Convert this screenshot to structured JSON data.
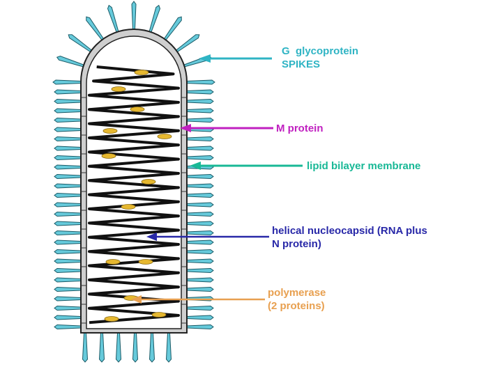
{
  "labels": {
    "g_glycoprotein_line1": "G  glycoprotein",
    "g_glycoprotein_line2": "SPIKES",
    "m_protein": "M protein",
    "lipid_bilayer": "lipid bilayer membrane",
    "nucleocapsid_line1": "helical nucleocapsid (RNA plus",
    "nucleocapsid_line2": "N protein)",
    "polymerase_line1": "polymerase",
    "polymerase_line2": "(2 proteins)"
  },
  "colors": {
    "g_glycoprotein": "#2fb4c4",
    "m_protein": "#c020c0",
    "lipid_bilayer": "#18b896",
    "nucleocapsid": "#2828a8",
    "polymerase": "#e8a050",
    "spike_fill": "#66cadb",
    "membrane_fill": "#cfcfcf",
    "helix": "#111111",
    "polymerase_dot": "#e6b830"
  }
}
